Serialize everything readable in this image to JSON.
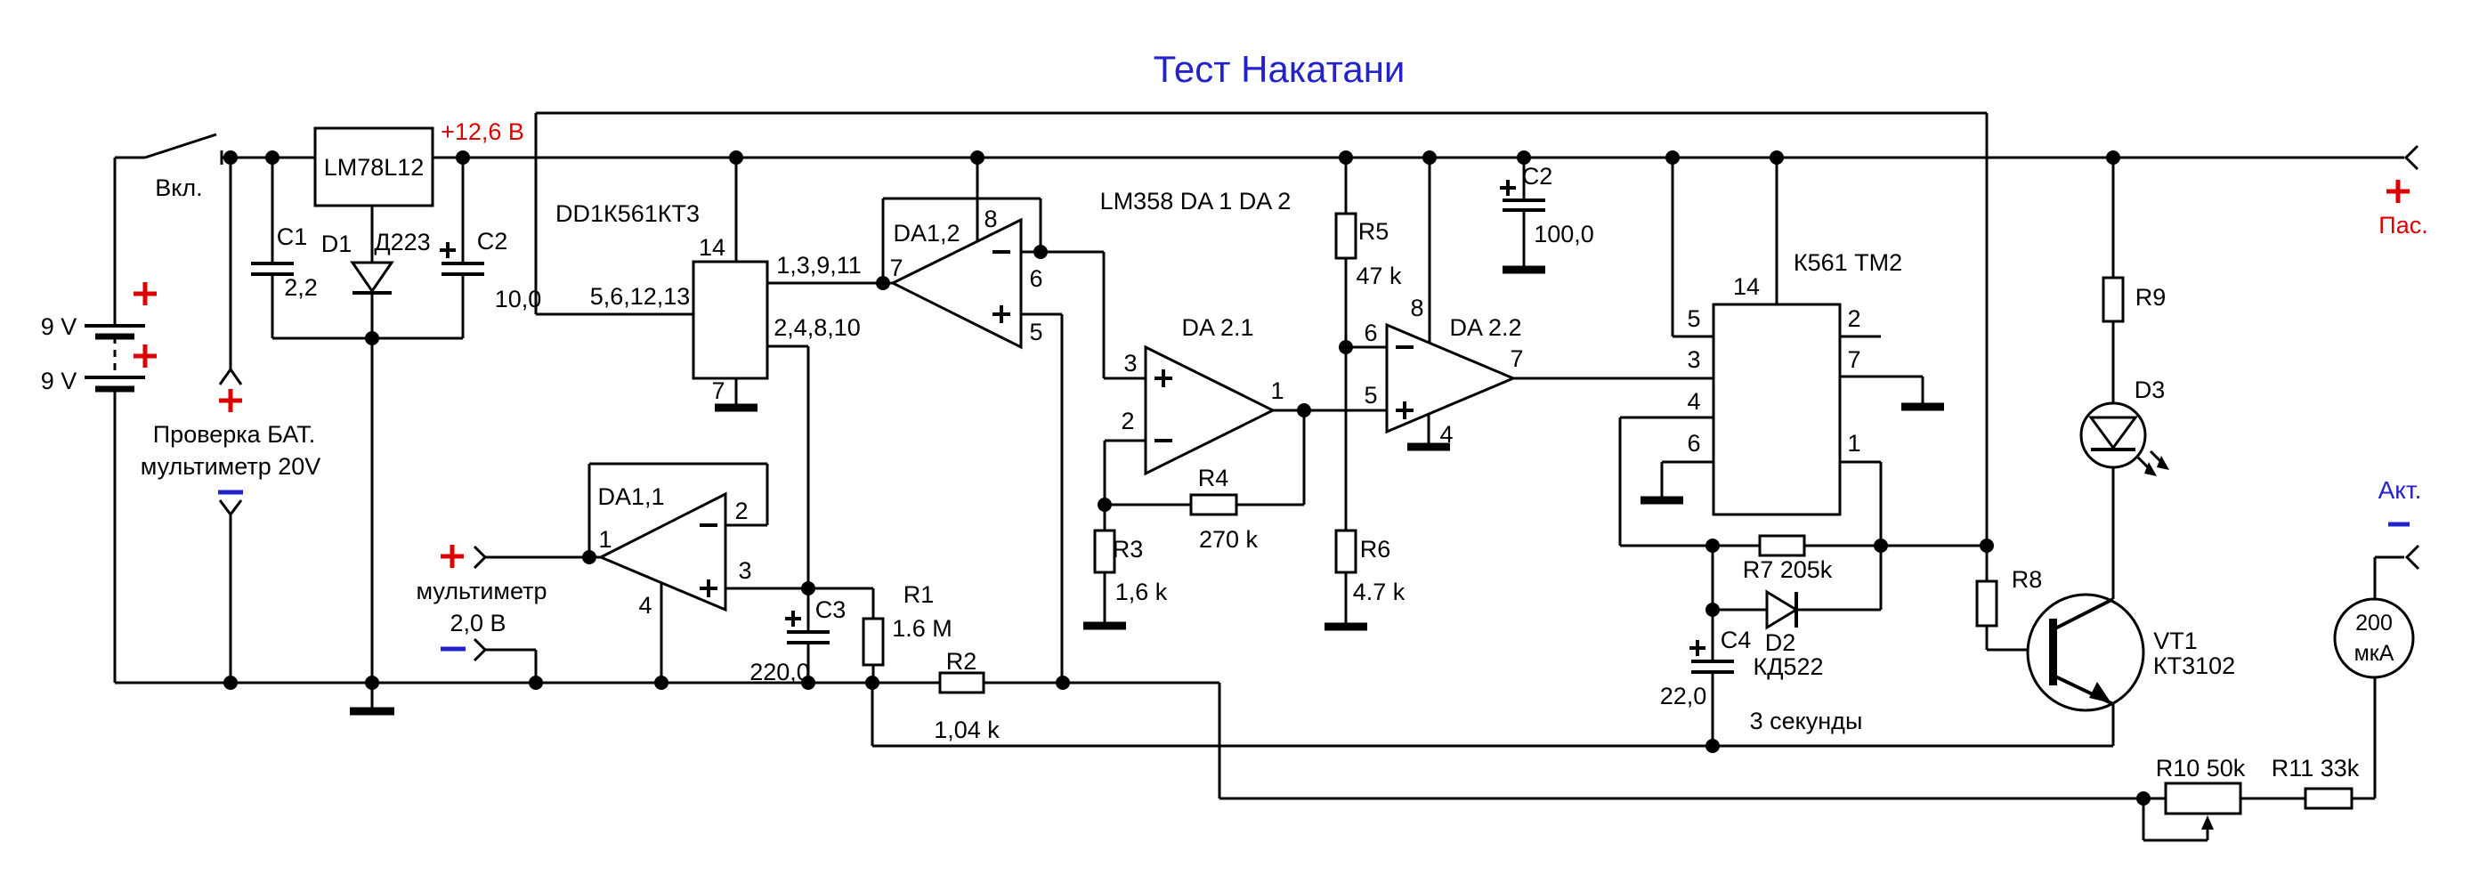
{
  "colors": {
    "wire": "#000000",
    "accent_red": "#dd0000",
    "accent_blue": "#2222cc",
    "background": "#ffffff"
  },
  "labels": {
    "title": "Тест Накатани",
    "vkl": "Вкл.",
    "lm78l12": "LM78L12",
    "rail_v": "+12,6 В",
    "c1": "C1",
    "c1v": "2,2",
    "d1": "D1",
    "d1p": "Д223",
    "c2a": "C2",
    "c2av": "10,0",
    "bat1": "9 V",
    "bat2": "9 V",
    "check1": "Проверка БАТ.",
    "check2": "мультиметр 20V",
    "dd1": "DD1К561КТ3",
    "dd1_p14": "14",
    "dd1_pl": "5,6,12,13",
    "dd1_po": "1,3,9,11",
    "dd1_pi": "2,4,8,10",
    "dd1_p7": "7",
    "da11": "DA1,1",
    "da11_p1": "1",
    "da11_p2": "2",
    "da11_p3": "3",
    "da11_p4": "4",
    "mult": "мультиметр",
    "mult_v": "2,0 В",
    "c3": "C3",
    "c3v": "220,0",
    "r1": "R1",
    "r1v": "1.6 M",
    "r2": "R2",
    "r2v": "1,04 k",
    "da12": "DA1,2",
    "da12_p7": "7",
    "da12_p8": "8",
    "da12_p6": "6",
    "da12_p5": "5",
    "lm358": "LM358 DA 1 DA 2",
    "da21": "DA 2.1",
    "da21_p3": "3",
    "da21_p2": "2",
    "da21_p1": "1",
    "r3": "R3",
    "r3v": "1,6 k",
    "r4": "R4",
    "r4v": "270 k",
    "r5": "R5",
    "r5v": "47 k",
    "r6": "R6",
    "r6v": "4.7 k",
    "da22": "DA 2.2",
    "da22_p8": "8",
    "da22_p6": "6",
    "da22_p5": "5",
    "da22_p7": "7",
    "da22_p4": "4",
    "c2b": "C2",
    "c2bv": "100,0",
    "tm2": "К561 ТМ2",
    "tm2_p14": "14",
    "tm2_p5": "5",
    "tm2_p3": "3",
    "tm2_p4": "4",
    "tm2_p6": "6",
    "tm2_p2": "2",
    "tm2_p7": "7",
    "tm2_p1": "1",
    "r7": "R7 205k",
    "d2": "D2",
    "d2p": "КД522",
    "c4": "C4",
    "c4v": "22,0",
    "delay": "3 секунды",
    "r8": "R8",
    "r9": "R9",
    "d3": "D3",
    "vt1": "VT1",
    "vt1p": "КТ3102",
    "r10": "R10  50k",
    "r11": "R11  33k",
    "m1": "200",
    "m2": "мкА",
    "pas": "Пас.",
    "akt": "Акт."
  }
}
